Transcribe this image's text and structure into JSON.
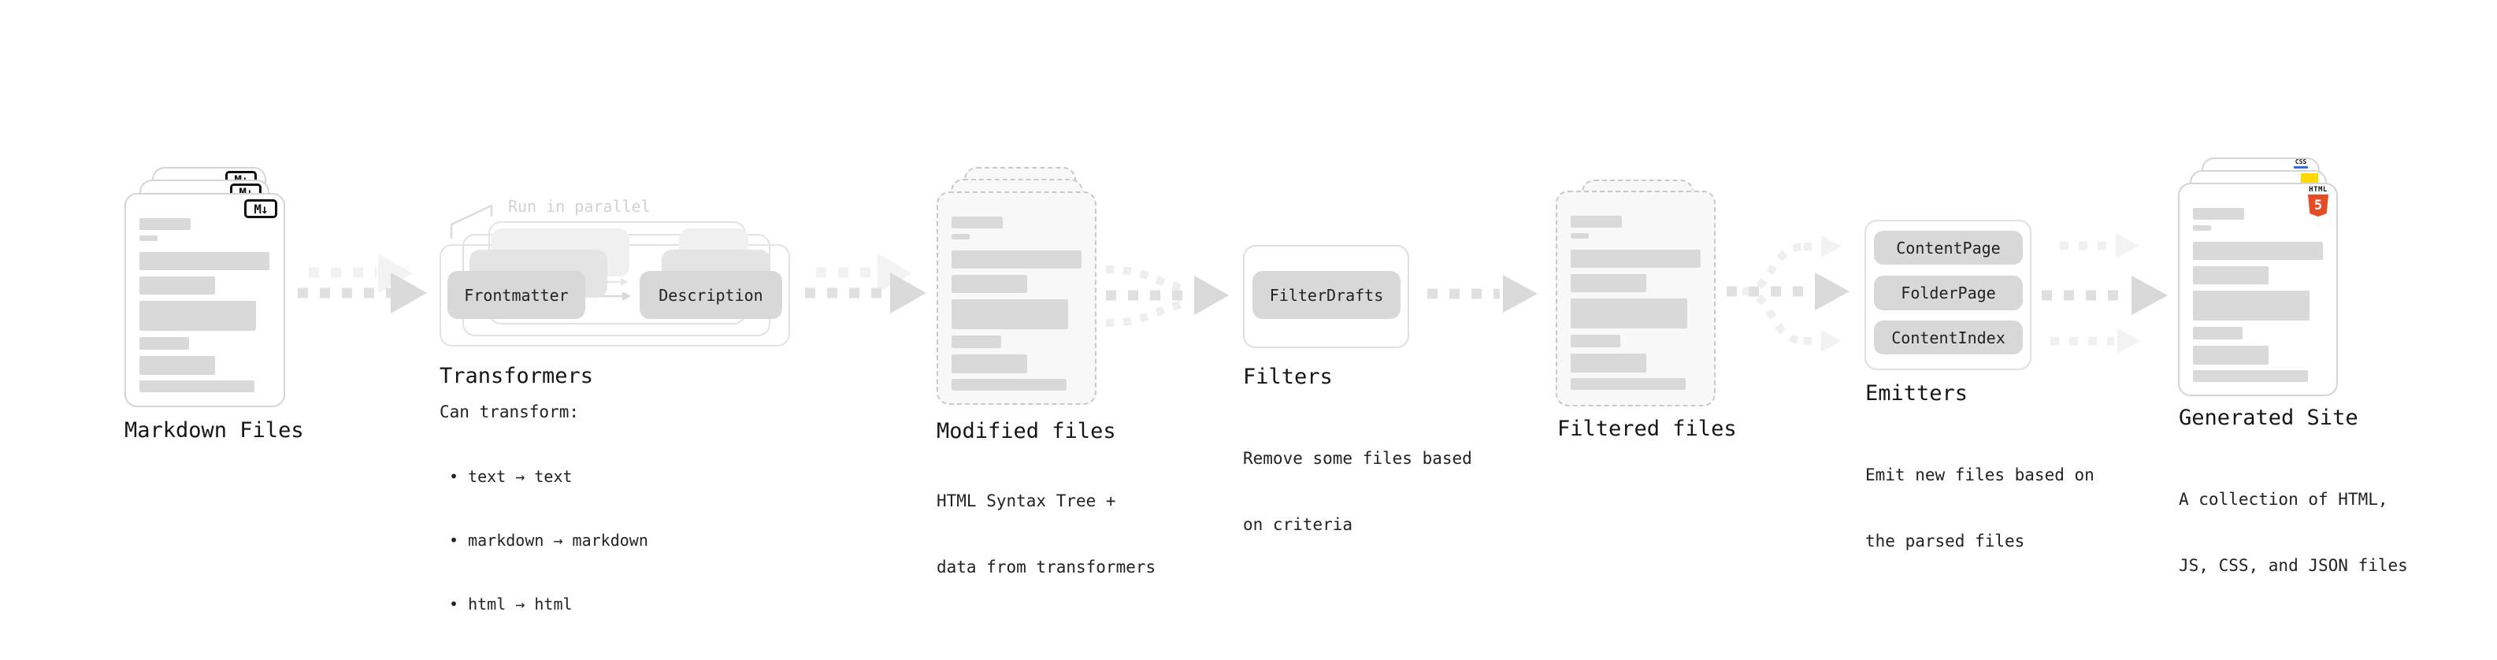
{
  "stages": {
    "markdown": {
      "label": "Markdown Files",
      "badge": "M↓"
    },
    "transformers": {
      "label": "Transformers",
      "callout": "Run in parallel",
      "chip_left": "Frontmatter",
      "chip_right": "Description",
      "desc_title": "Can transform:",
      "bullets": [
        "• text → text",
        "• markdown → markdown",
        "• html → html"
      ]
    },
    "modified": {
      "label": "Modified files",
      "desc": [
        "HTML Syntax Tree +",
        "data from transformers"
      ]
    },
    "filters": {
      "label": "Filters",
      "chip": "FilterDrafts",
      "desc": [
        "Remove some files based",
        "on criteria"
      ]
    },
    "filtered": {
      "label": "Filtered files"
    },
    "emitters": {
      "label": "Emitters",
      "chips": [
        "ContentPage",
        "FolderPage",
        "ContentIndex"
      ],
      "desc": [
        "Emit new files based on",
        "the parsed files"
      ]
    },
    "generated": {
      "label": "Generated Site",
      "desc": [
        "A collection of HTML,",
        "JS, CSS, and JSON files"
      ],
      "badge_css": "CSS",
      "badge_html_word": "HTML",
      "badge_html_five": "5"
    }
  },
  "colors": {
    "html5_orange": "#e44d26",
    "js_yellow": "#ffd900",
    "css_blue": "#2f6fe0",
    "chip_gray": "#d8d8d8",
    "bar_gray": "#d9d9d9"
  }
}
